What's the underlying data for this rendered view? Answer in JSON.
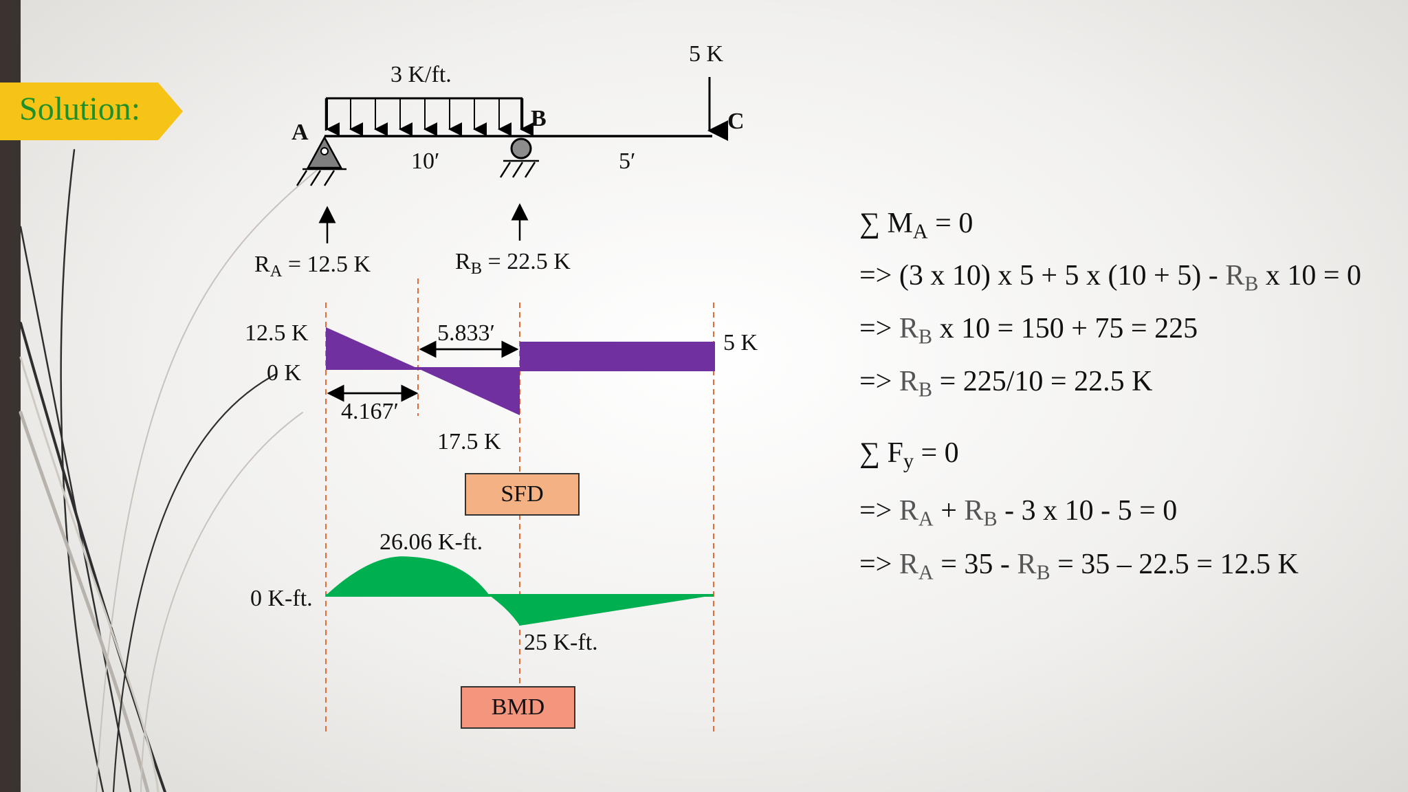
{
  "slide": {
    "banner_text": "Solution:",
    "colors": {
      "banner": "#f6c416",
      "banner_text": "#1f8f2a",
      "sfd_fill": "#7030a0",
      "bmd_fill": "#00b050",
      "sfd_label_bg": "#f4b183",
      "bmd_label_bg": "#f4957e",
      "guide_line": "#e36c3a"
    }
  },
  "beam": {
    "load_label": "3 K/ft.",
    "point_load_label": "5 K",
    "point_a": "A",
    "point_b": "B",
    "point_c": "C",
    "span_ab": "10′",
    "span_bc": "5′",
    "reaction_a_sym": "R",
    "reaction_a_sub": "A",
    "reaction_a_val": " = 12.5 K",
    "reaction_b_sym": "R",
    "reaction_b_sub": "B",
    "reaction_b_val": " = 22.5 K"
  },
  "sfd": {
    "label": "SFD",
    "left_value": "12.5 K",
    "zero_label": "0 K",
    "right_value": "5 K",
    "min_value": "17.5 K",
    "dist_left": "4.167′",
    "dist_right": "5.833′",
    "values": {
      "x_ft": [
        0,
        4.167,
        10,
        10,
        15
      ],
      "v_k": [
        12.5,
        0,
        -17.5,
        5,
        5
      ]
    }
  },
  "bmd": {
    "label": "BMD",
    "max_value": "26.06 K-ft.",
    "zero_label": "0 K-ft.",
    "min_value": "25 K-ft.",
    "values": {
      "x_ft": [
        0,
        4.167,
        10,
        15
      ],
      "m_kft": [
        0,
        26.06,
        -25,
        0
      ]
    }
  },
  "equations": {
    "sum_sym": "∑ M",
    "sum_sub": "A",
    "sum_rest": " = 0",
    "l1": "=> (3 x 10) x 5 + 5 x (10 + 5) - ",
    "l1_r": "R",
    "l1_sub": "B",
    "l1_rest": " x 10 = 0",
    "l2_pre": "=> ",
    "l2_r": "R",
    "l2_sub": "B",
    "l2_rest": " x 10 = 150 + 75 = 225",
    "l3_pre": "=> ",
    "l3_r": "R",
    "l3_sub": "B",
    "l3_rest": " = 225/10 = 22.5 K",
    "fy_sym": "∑ F",
    "fy_sub": "y",
    "fy_rest": " = 0",
    "l4_pre": "=> ",
    "l4_ra": "R",
    "l4_ra_sub": "A",
    "l4_mid": " + ",
    "l4_rb": "R",
    "l4_rb_sub": "B",
    "l4_rest": " - 3 x 10 - 5 = 0",
    "l5_pre": "=> ",
    "l5_ra": "R",
    "l5_ra_sub": "A",
    "l5_mid": " = 35 - ",
    "l5_rb": "R",
    "l5_rb_sub": "B",
    "l5_rest": " = 35 – 22.5 = 12.5 K"
  }
}
